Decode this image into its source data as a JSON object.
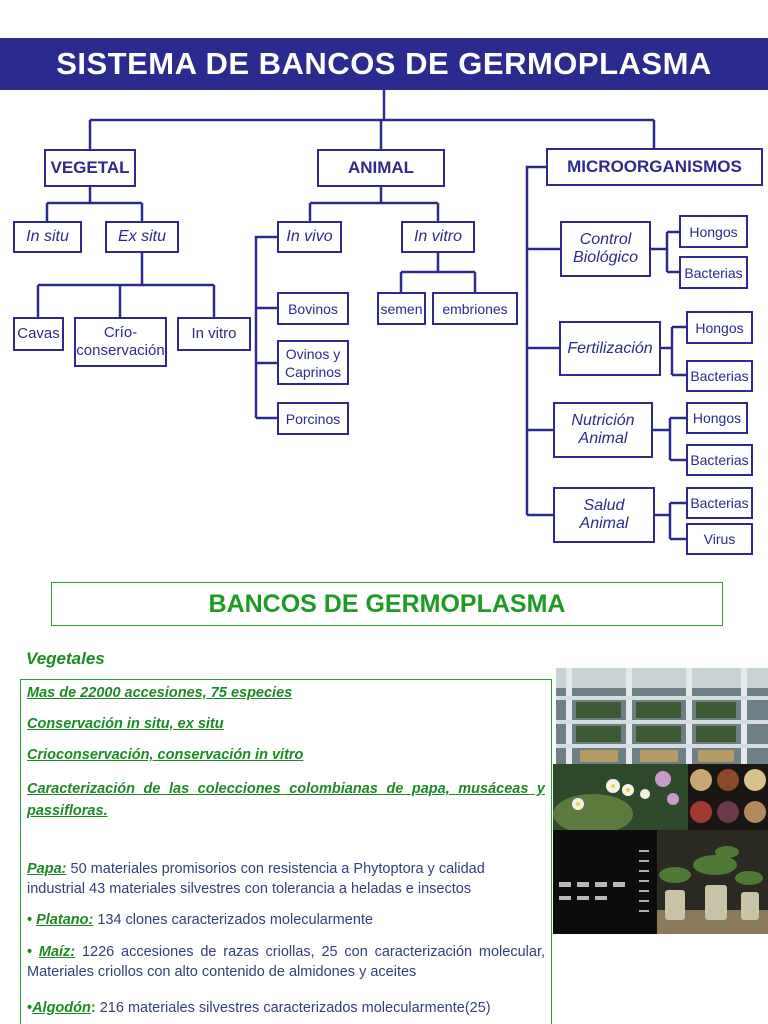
{
  "header": {
    "title": "SISTEMA DE BANCOS DE GERMOPLASMA"
  },
  "tree": {
    "vegetal": {
      "label": "VEGETAL",
      "in_situ": "In situ",
      "ex_situ": "Ex situ",
      "cavas": "Cavas",
      "crio_line1": "Crío-",
      "crio_line2": "conservación",
      "in_vitro": "In vitro"
    },
    "animal": {
      "label": "ANIMAL",
      "in_vivo": "In vivo",
      "in_vitro": "In vitro",
      "bovinos": "Bovinos",
      "ovinos_line1": "Ovinos y",
      "ovinos_line2": "Caprinos",
      "porcinos": "Porcinos",
      "semen": "semen",
      "embriones": "embriones"
    },
    "micro": {
      "label": "MICROORGANISMOS",
      "control_line1": "Control",
      "control_line2": "Biológico",
      "fertilizacion": "Fertilización",
      "nutricion_line1": "Nutrición",
      "nutricion_line2": "Animal",
      "salud_line1": "Salud",
      "salud_line2": "Animal",
      "hongos": "Hongos",
      "bacterias": "Bacterias",
      "virus": "Virus"
    }
  },
  "section": {
    "title": "BANCOS DE GERMOPLASMA",
    "subtitle": "Vegetales",
    "highlights": [
      "Mas de 22000 accesiones, 75 especies",
      "Conservación in situ, ex situ ",
      "Crioconservación, conservación in vitro",
      "Caracterización de las colecciones colombianas de papa, musáceas y passifloras."
    ],
    "papa_key": "Papa:",
    "papa_text": " 50 materiales promisorios con resistencia a Phytoptora y calidad industrial 43 materiales silvestres con tolerancia a heladas e insectos",
    "platano_key": "Platano:",
    "platano_text": " 134 clones caracterizados molecularmente",
    "maiz_key": "Maíz:",
    "maiz_text": "  1226 accesiones de razas criollas, 25 con caracterización molecular, Materiales criollos con alto contenido de almidones y aceites",
    "algodon_key": "Algodón",
    "algodon_text": " 216 materiales silvestres caracterizados molecularmente(25)",
    "bullet": "•",
    "colon": ":"
  },
  "colors": {
    "navy": "#2b2a8e",
    "green": "#1e9a25",
    "body_text": "#333f7a"
  }
}
